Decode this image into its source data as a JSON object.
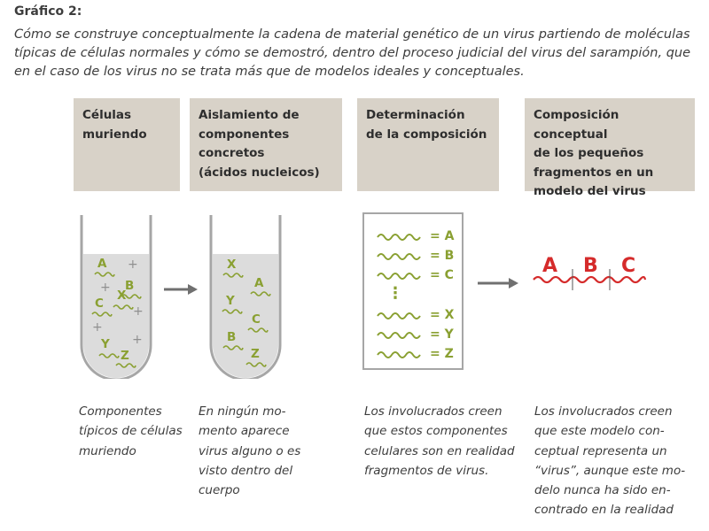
{
  "heading": {
    "title": "Gráfico 2:",
    "subtitle": "Cómo se construye conceptualmente la cadena de material genético de un virus partiendo de moléculas típicas de células normales y cómo se demostró, dentro del proceso judicial del virus del sarampión, que en el caso de los virus no se trata más que de modelos ideales y conceptuales."
  },
  "steps": [
    {
      "header": "Células\nmuriendo",
      "caption": "Componentes\ntípicos de células\nmuriendo"
    },
    {
      "header": "Aislamiento de\ncomponentes\nconcretos\n(ácidos nucleicos)",
      "caption": "En ningún mo-\nmento aparece\nvirus alguno o es\nvisto dentro del\ncuerpo"
    },
    {
      "header": "Determinación\nde la composición",
      "caption": "Los involucrados creen\nque estos componentes\ncelulares son en realidad\nfragmentos de virus."
    },
    {
      "header": "Composición conceptual\nde los pequeños\nfragmentos en un\nmodelo del virus",
      "caption": "Los involucrados creen\nque este modelo con-\nceptual representa un\n“virus”, aunque este mo-\ndelo nunca ha sido en-\ncontrado en la realidad"
    }
  ],
  "tube1": {
    "labels": [
      "A",
      "B",
      "C",
      "X",
      "Y",
      "Z"
    ],
    "plus_sign": "+"
  },
  "tube2": {
    "labels": [
      "X",
      "A",
      "Y",
      "C",
      "B",
      "Z"
    ]
  },
  "composition_list": [
    "= A",
    "= B",
    "= C",
    "= X",
    "= Y",
    "= Z"
  ],
  "ellipsis": "⋮",
  "virus_model": {
    "letters": [
      "A",
      "B",
      "C"
    ]
  },
  "colors": {
    "header_bg": "#d8d2c8",
    "fragment_green": "#8aa032",
    "model_red": "#d52b2b",
    "tube_gray": "#a6a6a6",
    "arrow_gray": "#707070"
  }
}
